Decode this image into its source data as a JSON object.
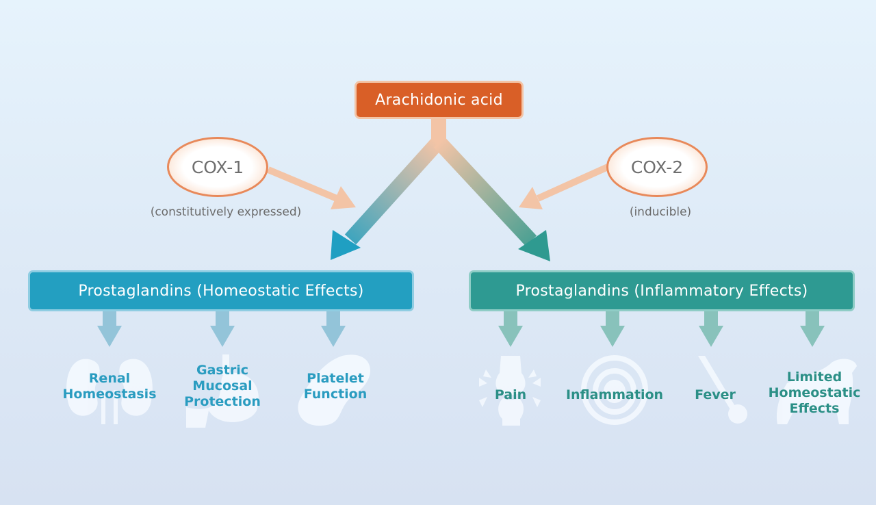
{
  "title": "Arachidonic acid COX pathway",
  "source": {
    "label": "Arachidonic acid"
  },
  "enzymes": [
    {
      "label": "COX-1",
      "note": "(constitutively expressed)"
    },
    {
      "label": "COX-2",
      "note": "(inducible)"
    }
  ],
  "categories": [
    {
      "label": "Prostaglandins (Homeostatic Effects)",
      "color": "#239fc1",
      "effects": [
        {
          "lines": [
            "Renal",
            "Homeostasis"
          ],
          "icon": "kidney-icon"
        },
        {
          "lines": [
            "Gastric",
            "Mucosal",
            "Protection"
          ],
          "icon": "stomach-icon"
        },
        {
          "lines": [
            "Platelet",
            "Function"
          ],
          "icon": "platelet-icon"
        }
      ]
    },
    {
      "label": "Prostaglandins (Inflammatory Effects)",
      "color": "#2e9a92",
      "effects": [
        {
          "lines": [
            "Pain"
          ],
          "icon": "joint-icon"
        },
        {
          "lines": [
            "Inflammation"
          ],
          "icon": "concentric-circles-icon"
        },
        {
          "lines": [
            "Fever"
          ],
          "icon": "thermometer-icon"
        },
        {
          "lines": [
            "Limited",
            "Homeostatic",
            "Effects"
          ],
          "icon": "dog-icon"
        }
      ]
    }
  ],
  "colors": {
    "source": "#d95f27",
    "homeostatic": "#239fc1",
    "inflammatory": "#2e9a92",
    "enzyme_arrow": "#f3c4a6",
    "small_arrow_left": "#93c4d9",
    "small_arrow_right": "#88c2bb"
  }
}
